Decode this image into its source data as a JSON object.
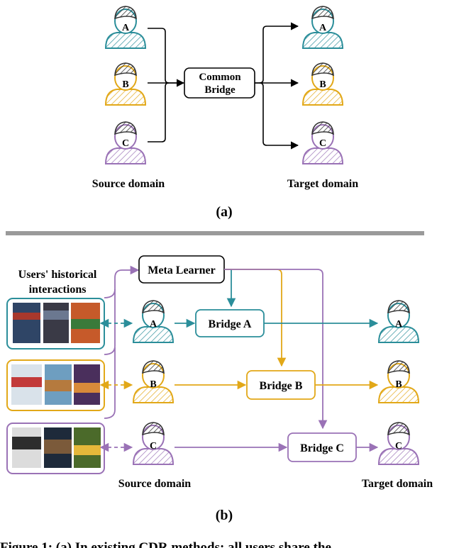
{
  "panel_a": {
    "users": [
      "A",
      "B",
      "C"
    ],
    "bridge_lines": [
      "Common",
      "Bridge"
    ],
    "source_label": "Source domain",
    "target_label": "Target domain",
    "panel_label": "(a)"
  },
  "panel_b": {
    "history_lines": [
      "Users' historical",
      "interactions"
    ],
    "meta_learner": "Meta Learner",
    "bridges": [
      "Bridge A",
      "Bridge B",
      "Bridge C"
    ],
    "users": [
      "A",
      "B",
      "C"
    ],
    "source_label": "Source domain",
    "target_label": "Target domain",
    "panel_label": "(b)"
  },
  "caption": "Figure 1: (a) In existing CDR methods: all users share the",
  "colors": {
    "user_a": "#2b8e9a",
    "user_b": "#e2a818",
    "user_c": "#9a72b6",
    "hair": "#333333",
    "divider": "#9a9a9a"
  }
}
